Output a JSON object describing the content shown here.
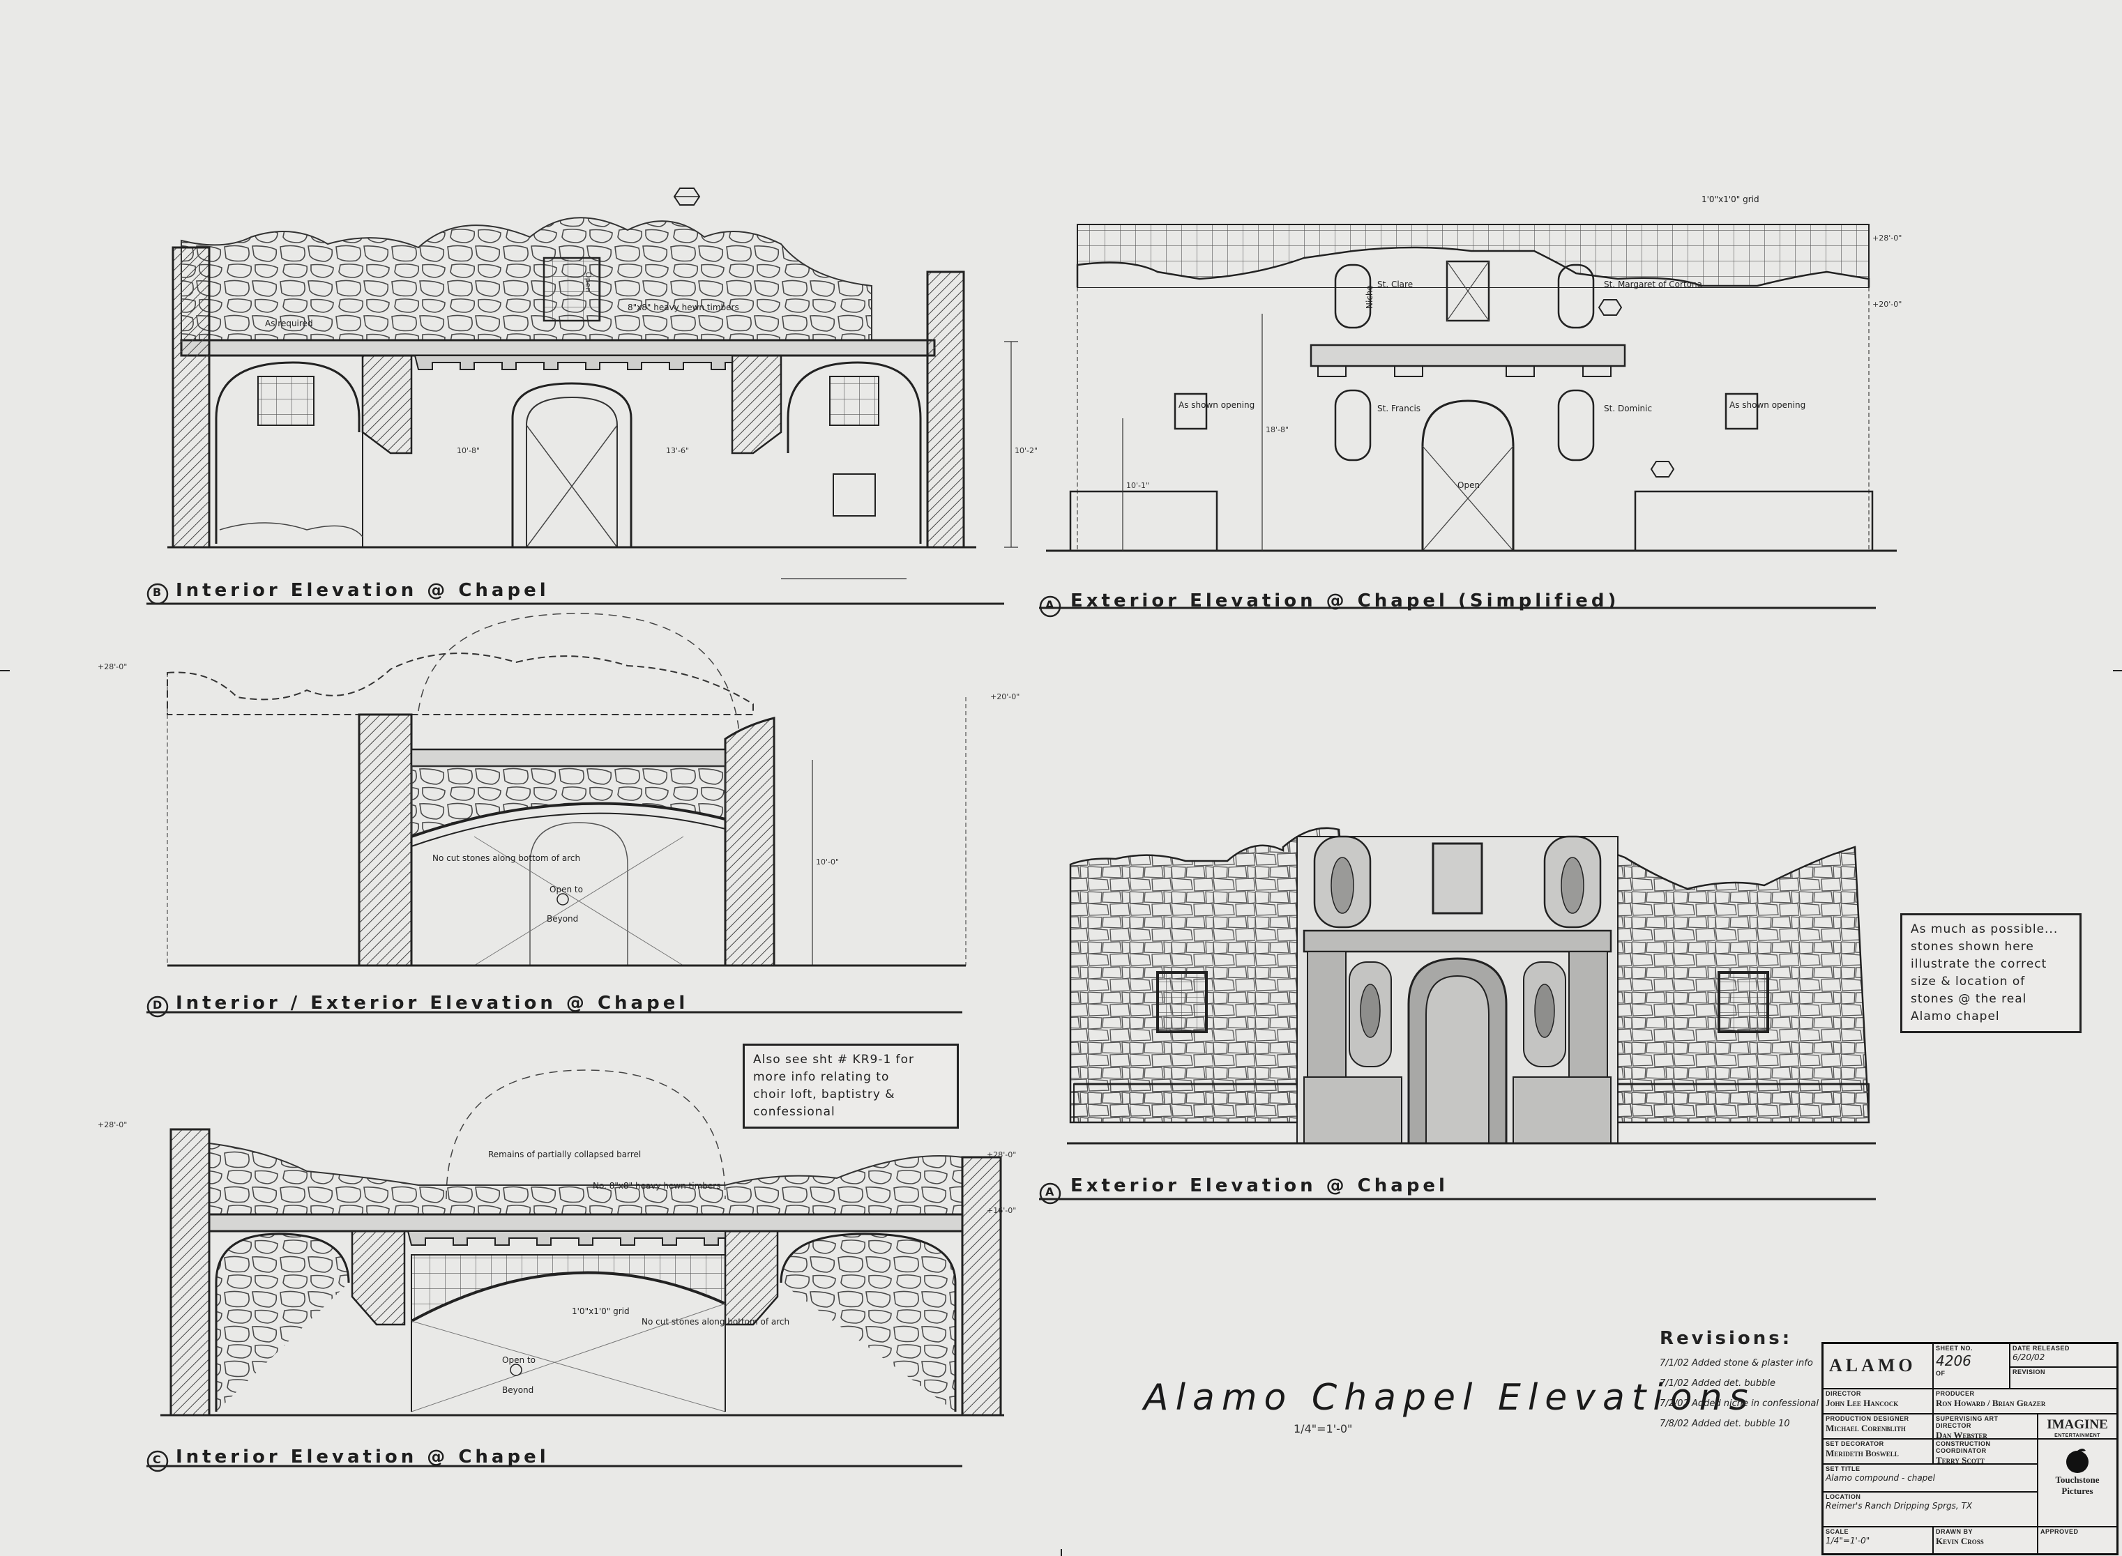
{
  "drawings": {
    "b": {
      "marker": "B",
      "title": "Interior Elevation @ Chapel",
      "note_timbers": "8\"x8\" heavy hewn timbers",
      "note_required": "As required",
      "label_open": "Open"
    },
    "a1": {
      "marker": "A",
      "title": "Exterior Elevation @ Chapel (Simplified)",
      "grid_note": "1'0\"x1'0\" grid",
      "saint_1": "St. Clare",
      "saint_2": "St. Margaret of Cortona",
      "saint_3": "St. Francis",
      "saint_4": "St. Dominic",
      "niche": "Niche",
      "label_open": "Open",
      "note_left": "As shown opening",
      "note_right": "As shown opening"
    },
    "d": {
      "marker": "D",
      "title": "Interior / Exterior Elevation @ Chapel",
      "note_stones": "No cut stones along bottom of arch",
      "open_to": "Open to",
      "beyond": "Beyond"
    },
    "c": {
      "marker": "C",
      "title": "Interior Elevation @ Chapel",
      "note_remains": "Remains of partially collapsed barrel",
      "note_timbers": "No. 8\"x8\" heavy hewn timbers",
      "grid": "1'0\"x1'0\" grid",
      "note_stones": "No cut stones along bottom of arch",
      "open_to": "Open to",
      "beyond": "Beyond"
    },
    "a2": {
      "marker": "A",
      "title": "Exterior Elevation @ Chapel"
    }
  },
  "notes": {
    "see_sht": "Also see sht # KR9-1 for\nmore info relating to\nchoir loft, baptistry &\nconfessional",
    "stones": "As much as possible...\nstones shown here\nillustrate the correct\nsize & location of\nstones @ the real\nAlamo chapel"
  },
  "sheet_title": "Alamo Chapel Elevations",
  "sheet_scale": "1/4\"=1'-0\"",
  "revisions": {
    "heading": "Revisions:",
    "items": [
      "7/1/02  Added stone & plaster info",
      "7/1/02  Added det. bubble",
      "7/2/02  Added niche in confessional",
      "7/8/02  Added det. bubble 10"
    ]
  },
  "title_block": {
    "production": "ALAMO",
    "sheet_no_label": "SHEET NO.",
    "sheet_no": "4206",
    "of_label": "OF",
    "date_released_label": "DATE RELEASED",
    "date_released": "6/20/02",
    "revision_label": "REVISION",
    "director_label": "DIRECTOR",
    "director": "John Lee Hancock",
    "producer_label": "PRODUCER",
    "producer": "Ron Howard / Brian Grazer",
    "prod_designer_label": "PRODUCTION DESIGNER",
    "prod_designer": "Michael Corenblith",
    "supervising_ad_label": "SUPERVISING ART DIRECTOR",
    "supervising_ad": "Dan Webster",
    "set_decorator_label": "SET DECORATOR",
    "set_decorator": "Merideth Boswell",
    "construction_label": "CONSTRUCTION COORDINATOR",
    "construction": "Terry Scott",
    "set_title_label": "SET TITLE",
    "set_title": "Alamo compound - chapel",
    "location_label": "LOCATION",
    "location": "Reimer's Ranch    Dripping Sprgs, TX",
    "scale_label": "SCALE",
    "scale": "1/4\"=1'-0\"",
    "drawn_by_label": "DRAWN BY",
    "drawn_by": "Kevin Cross",
    "approved_label": "APPROVED",
    "logo_imagine": "IMAGINE",
    "logo_imagine_sub": "ENTERTAINMENT",
    "logo_touchstone_1": "Touchstone",
    "logo_touchstone_2": "Pictures"
  },
  "colors": {
    "paper": "#e9e9e7",
    "ink": "#1e1e1e",
    "hatch": "#555555"
  },
  "icons": [
    "detail-bubble-icon",
    "section-marker-icon",
    "touchstone-logo-icon"
  ]
}
